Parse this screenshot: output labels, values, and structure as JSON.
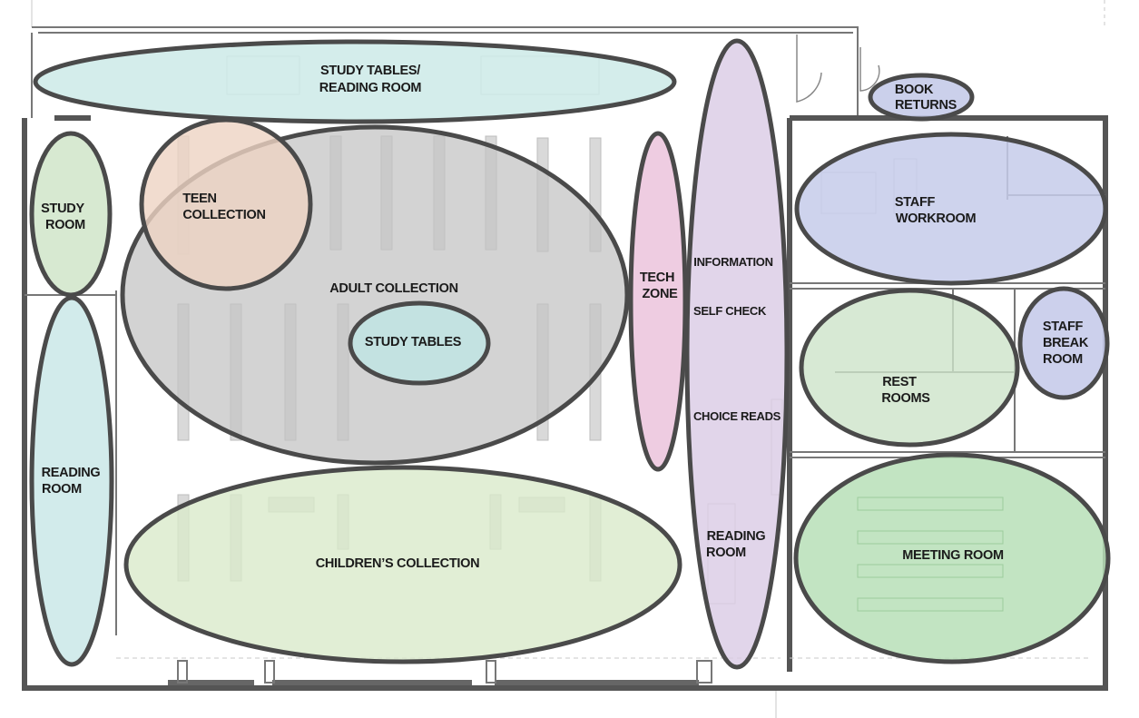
{
  "zones": {
    "study_tables_reading": {
      "line1": "STUDY TABLES/",
      "line2": "READING ROOM",
      "color": "#cdeae8"
    },
    "book_returns": {
      "line1": "BOOK",
      "line2": "RETURNS",
      "color": "#c5cbe9"
    },
    "study_room": {
      "line1": "STUDY",
      "line2": "ROOM",
      "color": "#cde3c5"
    },
    "teen_collection": {
      "line1": "TEEN",
      "line2": "COLLECTION",
      "color": "#eed3c3"
    },
    "adult_collection": {
      "label": "ADULT COLLECTION",
      "color": "#c4c4c4"
    },
    "study_tables": {
      "label": "STUDY TABLES",
      "color": "#c2e3e2"
    },
    "tech_zone": {
      "line1": "TECH",
      "line2": "ZONE",
      "color": "#ebc3dc"
    },
    "service_spine": {
      "information": "INFORMATION",
      "self_check": "SELF CHECK",
      "choice_reads": "CHOICE READS",
      "reading_line1": "READING",
      "reading_line2": "ROOM",
      "color": "#d9cbe5"
    },
    "staff_workroom": {
      "line1": "STAFF",
      "line2": "WORKROOM",
      "color": "#c6cbea"
    },
    "rest_rooms": {
      "line1": "REST",
      "line2": "ROOMS",
      "color": "#cde3c9"
    },
    "staff_break_room": {
      "line1": "STAFF",
      "line2": "BREAK",
      "line3": "ROOM",
      "color": "#c6cbea"
    },
    "reading_room_left": {
      "line1": "READING",
      "line2": "ROOM",
      "color": "#c7e6e6"
    },
    "childrens_collection": {
      "label": "CHILDREN’S COLLECTION",
      "color": "#daeacb"
    },
    "meeting_room": {
      "label": "MEETING ROOM",
      "color": "#b7dfb7"
    }
  }
}
